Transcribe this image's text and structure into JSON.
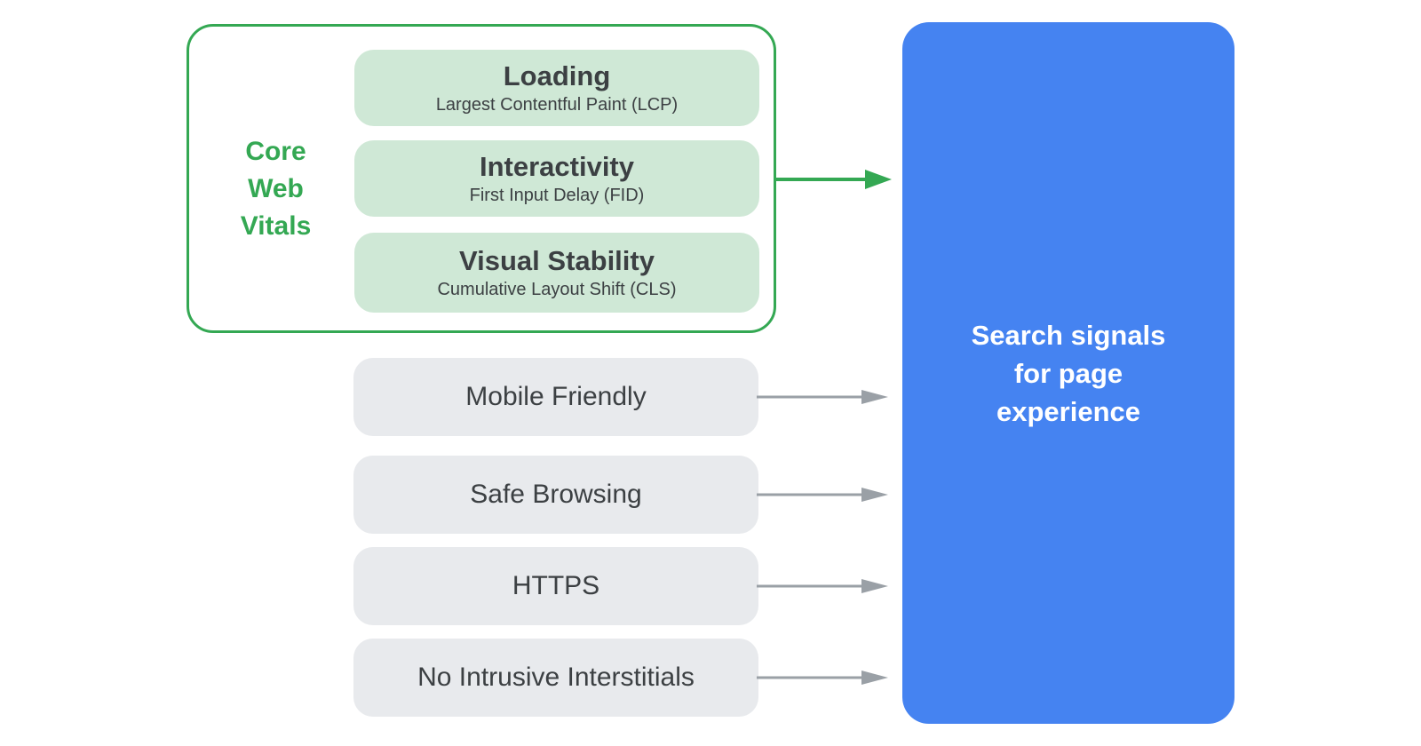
{
  "colors": {
    "green": "#34a853",
    "green_light": "#cfe8d6",
    "grey_light": "#e8eaed",
    "arrow_grey": "#9aa0a6",
    "blue": "#4583f1",
    "text_dark": "#3c4043",
    "text_on_blue": "#ffffff",
    "background": "#ffffff"
  },
  "core_web_vitals": {
    "group_label": "Core Web Vitals",
    "vitals": [
      {
        "title": "Loading",
        "subtitle": "Largest Contentful Paint (LCP)"
      },
      {
        "title": "Interactivity",
        "subtitle": "First Input Delay (FID)"
      },
      {
        "title": "Visual Stability",
        "subtitle": "Cumulative Layout Shift (CLS)"
      }
    ]
  },
  "other_signals": [
    "Mobile Friendly",
    "Safe Browsing",
    "HTTPS",
    "No Intrusive Interstitials"
  ],
  "result": {
    "label": "Search signals for page experience"
  }
}
